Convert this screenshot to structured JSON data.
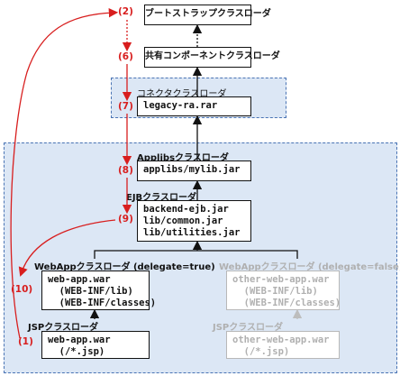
{
  "colors": {
    "step_red": "#d81e1e",
    "region_fill": "#dce7f5",
    "region_border": "#4a74b4",
    "faded": "#b0b0b0"
  },
  "boxes": {
    "bootstrap": {
      "label": "ブートストラップクラスローダ"
    },
    "common": {
      "label": "共有コンポーネントクラスローダ"
    },
    "connector": {
      "region_label": "コネクタクラスローダ",
      "content": "legacy-ra.rar"
    },
    "applibs": {
      "label": "Applibsクラスローダ",
      "content": "applibs/mylib.jar"
    },
    "ejb": {
      "label": "EJBクラスローダ",
      "content": "backend-ejb.jar\nlib/common.jar\nlib/utilities.jar"
    },
    "webapp": {
      "label": "WebAppクラスローダ (delegate=true)",
      "content": "web-app.war\n  (WEB-INF/lib)\n  (WEB-INF/classes)"
    },
    "jsp": {
      "label": "JSPクラスローダ",
      "content": "web-app.war\n  (/*.jsp)"
    },
    "other_webapp": {
      "label": "WebAppクラスローダ (delegate=false)",
      "content": "other-web-app.war\n  (WEB-INF/lib)\n  (WEB-INF/classes)"
    },
    "other_jsp": {
      "label": "JSPクラスローダ",
      "content": "other-web-app.war\n  (/*.jsp)"
    }
  },
  "steps": {
    "s1": "(1)",
    "s2": "(2)",
    "s6": "(6)",
    "s7": "(7)",
    "s8": "(8)",
    "s9": "(9)",
    "s10": "(10)"
  }
}
